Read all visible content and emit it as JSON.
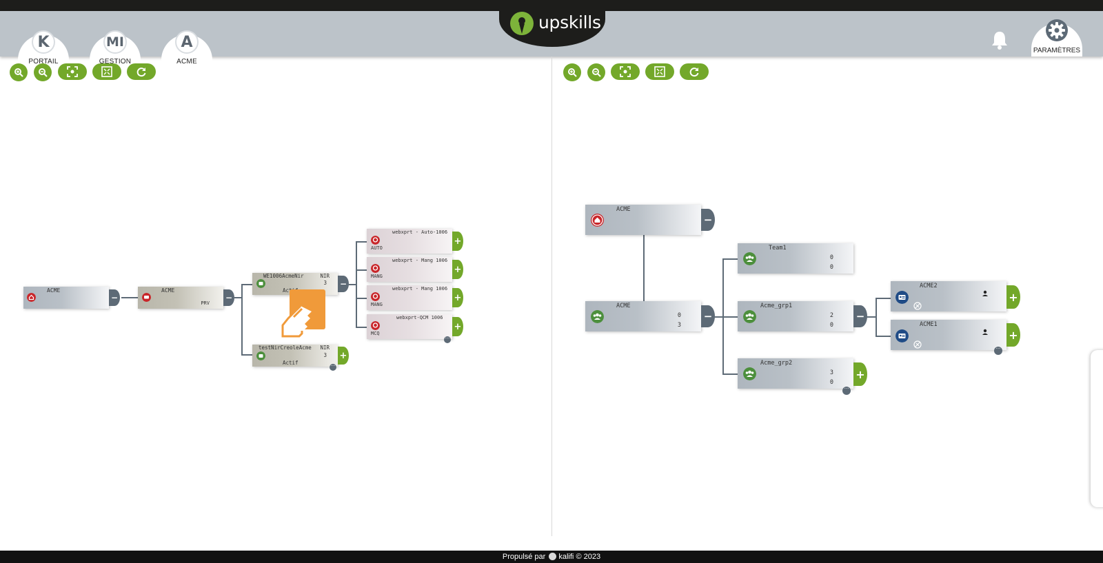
{
  "header": {
    "brand": "upskills",
    "nav_tabs": [
      {
        "initial": "K",
        "label": "PORTAIL"
      },
      {
        "initial": "MI",
        "label": "GESTION"
      },
      {
        "initial": "A",
        "label": "ACME"
      }
    ],
    "settings_label": "PARAMÈTRES"
  },
  "left_tree": {
    "nodes": {
      "acme_root": {
        "title": "ACME"
      },
      "acme_prv": {
        "title": "ACME",
        "code": "PRV"
      },
      "we1006": {
        "title": "WE1006AcmeNir",
        "kind": "NIR",
        "count": "3",
        "status": "Actif"
      },
      "testnir": {
        "title": "testNirCreoleAcme",
        "kind": "NIR",
        "count": "3",
        "status": "Actif"
      },
      "auto": {
        "title": "webxprt - Auto-1006",
        "tag": "AUTO"
      },
      "mang1": {
        "title": "webxprt - Mang 1006",
        "tag": "MANG"
      },
      "mang2": {
        "title": "webxprt - Mang 1006",
        "tag": "MANG"
      },
      "mcq": {
        "title": "webxprt-QCM 1006",
        "tag": "MCQ"
      }
    }
  },
  "right_tree": {
    "nodes": {
      "acme_top": {
        "title": "ACME"
      },
      "acme_mid": {
        "title": "ACME",
        "v1": "0",
        "v2": "3"
      },
      "team1": {
        "title": "Team1",
        "v1": "0",
        "v2": "0"
      },
      "grp1": {
        "title": "Acme_grp1",
        "v1": "2",
        "v2": "0"
      },
      "grp2": {
        "title": "Acme_grp2",
        "v1": "3",
        "v2": "0"
      },
      "acme2": {
        "title": "ACME2"
      },
      "acme1": {
        "title": "ACME1"
      }
    }
  },
  "footer": {
    "prefix": "Propulsé par",
    "brand": "kalifi",
    "copyright": "© 2023"
  },
  "colors": {
    "accent_green": "#73a82a",
    "node_dark": "#5d6a76",
    "navbar": "#bcc3c9",
    "red_icon": "#c9262a",
    "group_green": "#4c8f3c",
    "navy_icon": "#1f4b86"
  }
}
